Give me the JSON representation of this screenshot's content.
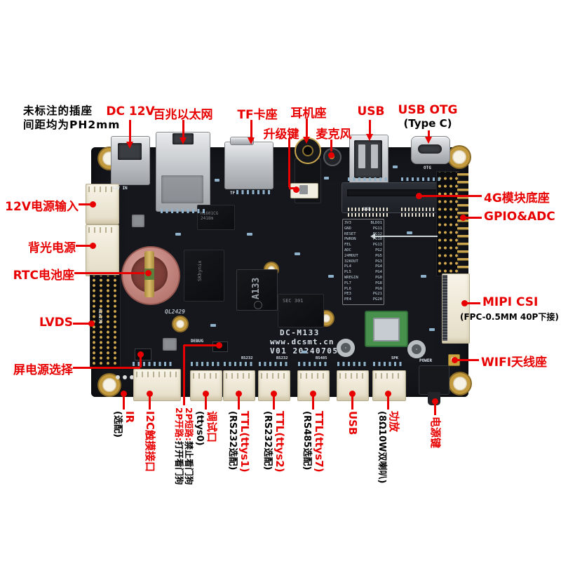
{
  "note": {
    "line1": "未标注的插座",
    "line2": "间距均为PH2mm"
  },
  "colors": {
    "annotation_red": "#e80000",
    "label_black": "#000000",
    "pcb_dark": "#15171d",
    "connector_cream": "#ece4d2",
    "gold": "#c49a3f",
    "wifi_green": "#47914d"
  },
  "board_silkscreen": {
    "model": "DC-M133",
    "website": "www.dcsmt.cn",
    "version": "V01 20240705",
    "cpu": "A133",
    "ram": "SKhynix",
    "emmc": "SEC 301",
    "pmic": "H1601CG 2418m",
    "debug": "DEBUG",
    "power": "POWER",
    "dc": "12V IN",
    "tf": "TF",
    "usb": "USB",
    "otg": "OTG",
    "rs232a": "RS232",
    "rs232b": "RS232",
    "rs485": "RS485",
    "spk": "SPK",
    "lot": "QL2429",
    "serial": "62x270",
    "pin_table": [
      [
        "3V3",
        "BLDO1"
      ],
      [
        "GND",
        "PG11"
      ],
      [
        "RESET",
        "PG12"
      ],
      [
        "PWRON",
        "PG10"
      ],
      [
        "FEL",
        "PG13"
      ],
      [
        "ADC",
        "PG2"
      ],
      [
        "24MOUT",
        "PG5"
      ],
      [
        "32KOUT",
        "PG3"
      ],
      [
        "PL4",
        "PG4"
      ],
      [
        "PL5",
        "PG4"
      ],
      [
        "WREGIN",
        "PG0"
      ],
      [
        "PL7",
        "PG8"
      ],
      [
        "PL6",
        "PG9"
      ],
      [
        "PE3",
        "PG21"
      ],
      [
        "PE4",
        "PG20"
      ]
    ]
  },
  "annotations": {
    "top": [
      {
        "id": "dc12v",
        "label": "DC 12V"
      },
      {
        "id": "ethernet",
        "label": "百兆以太网"
      },
      {
        "id": "tf",
        "label": "TF卡座"
      },
      {
        "id": "upgrade",
        "label": "升级键"
      },
      {
        "id": "headphone",
        "label": "耳机座"
      },
      {
        "id": "mic",
        "label": "麦克风"
      },
      {
        "id": "usb",
        "label": "USB"
      },
      {
        "id": "usbotg",
        "label": "USB OTG",
        "sub": "(Type C)"
      }
    ],
    "left": [
      {
        "id": "12vin",
        "label": "12V电源输入"
      },
      {
        "id": "backlight",
        "label": "背光电源"
      },
      {
        "id": "rtc",
        "label": "RTC电池座"
      },
      {
        "id": "lvds",
        "label": "LVDS"
      },
      {
        "id": "screenpower",
        "label": "屏电源选择"
      }
    ],
    "right": [
      {
        "id": "4g",
        "label": "4G模块底座"
      },
      {
        "id": "gpio",
        "label": "GPIO&ADC"
      },
      {
        "id": "mipi",
        "label": "MIPI CSI",
        "sub": "(FPC-0.5MM 40P下接)"
      },
      {
        "id": "wifi",
        "label": "WIFI天线座"
      }
    ],
    "bottom": [
      {
        "id": "ir",
        "label": "IR",
        "sub": "(选配)"
      },
      {
        "id": "i2c",
        "label": "I2C触摸接口"
      },
      {
        "id": "watchdog",
        "lines": [
          {
            "red": "2P短路:",
            "black": "禁止看门狗"
          },
          {
            "red": "2P开路:",
            "black": "打开看门狗"
          }
        ]
      },
      {
        "id": "debug",
        "label": "调试口",
        "sub": "(ttys0)"
      },
      {
        "id": "ttys1",
        "label": "TTL(ttys1)",
        "sub": "(RS232选配)"
      },
      {
        "id": "ttys2",
        "label": "TTL(ttys2)",
        "sub": "(RS232选配)"
      },
      {
        "id": "ttys7",
        "label": "TTL(ttys7)",
        "sub": "(RS485选配)"
      },
      {
        "id": "usb2",
        "label": "USB"
      },
      {
        "id": "amp",
        "label": "功放",
        "sub": "(8Ω10W双喇叭)"
      },
      {
        "id": "powerkey",
        "label": "电源键"
      }
    ]
  }
}
